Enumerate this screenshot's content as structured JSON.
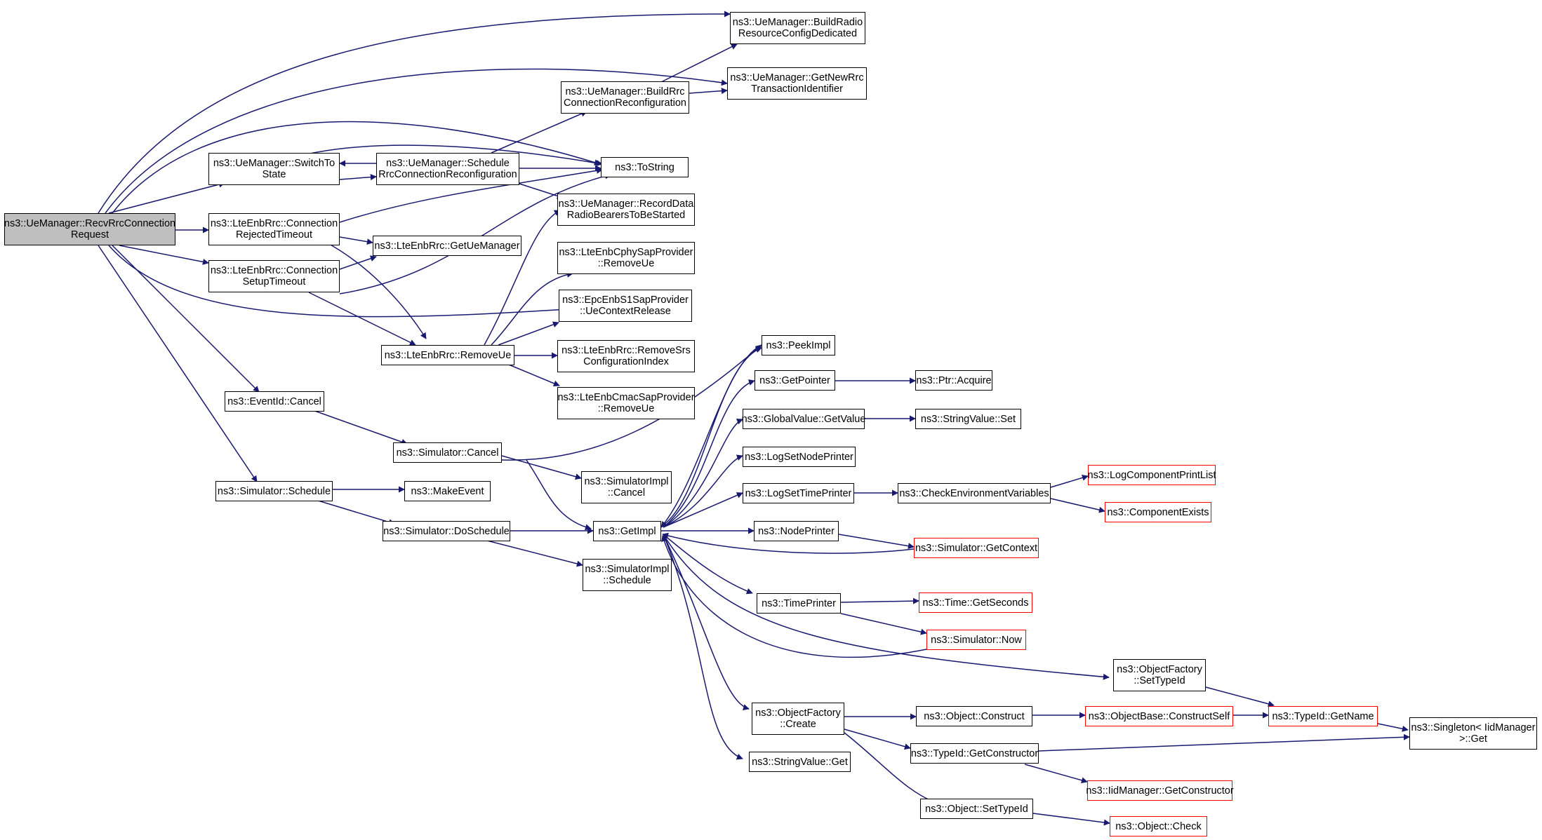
{
  "colors": {
    "edge": "#191970",
    "border": "#000000",
    "truncated_border": "#ff0000",
    "root_fill": "#bfbfbf"
  },
  "nodes": {
    "recv": "ns3::UeManager::RecvRrcConnection\nRequest",
    "switch_to_state": "ns3::UeManager::SwitchTo\nState",
    "schedule_rrc": "ns3::UeManager::Schedule\nRrcConnectionReconfiguration",
    "build_rrc": "ns3::UeManager::BuildRrc\nConnectionReconfiguration",
    "build_radio": "ns3::UeManager::BuildRadio\nResourceConfigDedicated",
    "get_new_rrc": "ns3::UeManager::GetNewRrc\nTransactionIdentifier",
    "to_string": "ns3::ToString",
    "conn_rejected": "ns3::LteEnbRrc::Connection\nRejectedTimeout",
    "get_ue_manager": "ns3::LteEnbRrc::GetUeManager",
    "record_data": "ns3::UeManager::RecordData\nRadioBearersToBeStarted",
    "conn_setup": "ns3::LteEnbRrc::Connection\nSetupTimeout",
    "cphy_remove": "ns3::LteEnbCphySapProvider\n::RemoveUe",
    "s1_release": "ns3::EpcEnbS1SapProvider\n::UeContextRelease",
    "remove_ue": "ns3::LteEnbRrc::RemoveUe",
    "remove_srs": "ns3::LteEnbRrc::RemoveSrs\nConfigurationIndex",
    "cmac_remove": "ns3::LteEnbCmacSapProvider\n::RemoveUe",
    "eventid_cancel": "ns3::EventId::Cancel",
    "sim_cancel": "ns3::Simulator::Cancel",
    "simimpl_cancel": "ns3::SimulatorImpl\n::Cancel",
    "sim_schedule": "ns3::Simulator::Schedule",
    "make_event": "ns3::MakeEvent",
    "do_schedule": "ns3::Simulator::DoSchedule",
    "get_impl": "ns3::GetImpl",
    "simimpl_schedule": "ns3::SimulatorImpl\n::Schedule",
    "peek_impl": "ns3::PeekImpl",
    "get_pointer": "ns3::GetPointer",
    "ptr_acquire": "ns3::Ptr::Acquire",
    "gv_get_value": "ns3::GlobalValue::GetValue",
    "sv_set": "ns3::StringValue::Set",
    "log_set_node": "ns3::LogSetNodePrinter",
    "log_set_time": "ns3::LogSetTimePrinter",
    "check_env": "ns3::CheckEnvironmentVariables",
    "log_comp_list": "ns3::LogComponentPrintList",
    "comp_exists": "ns3::ComponentExists",
    "node_printer": "ns3::NodePrinter",
    "sim_get_context": "ns3::Simulator::GetContext",
    "time_printer": "ns3::TimePrinter",
    "time_get_seconds": "ns3::Time::GetSeconds",
    "sim_now": "ns3::Simulator::Now",
    "of_set_typeid": "ns3::ObjectFactory\n::SetTypeId",
    "of_create": "ns3::ObjectFactory\n::Create",
    "obj_construct": "ns3::Object::Construct",
    "objbase_construct_self": "ns3::ObjectBase::ConstructSelf",
    "typeid_get_name": "ns3::TypeId::GetName",
    "singleton_get": "ns3::Singleton< IidManager\n>::Get",
    "typeid_get_ctor": "ns3::TypeId::GetConstructor",
    "iid_get_ctor": "ns3::IidManager::GetConstructor",
    "sv_get": "ns3::StringValue::Get",
    "obj_set_typeid": "ns3::Object::SetTypeId",
    "obj_check": "ns3::Object::Check"
  }
}
